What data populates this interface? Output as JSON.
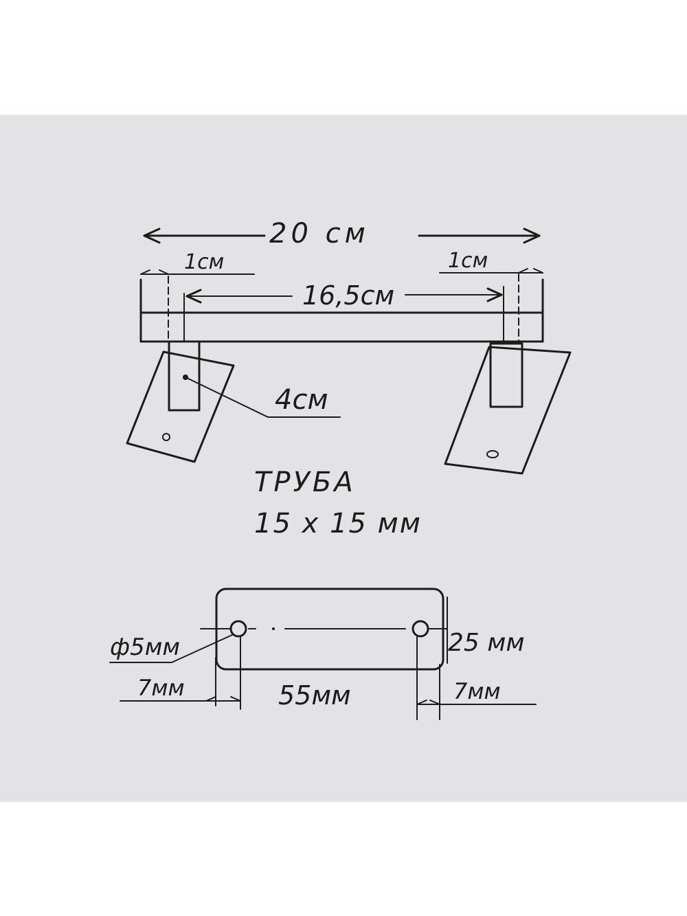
{
  "dimensions": {
    "overall_length": "20 см",
    "left_offset": "1см",
    "right_offset": "1см",
    "inner_length": "16,5см",
    "leg_length": "4см"
  },
  "caption": {
    "line1": "ТРУБА",
    "line2": "15 х 15 мм"
  },
  "plate": {
    "hole_diameter": "ф5мм",
    "height": "25 мм",
    "left_margin": "7мм",
    "hole_spacing": "55мм",
    "right_margin": "7мм"
  }
}
